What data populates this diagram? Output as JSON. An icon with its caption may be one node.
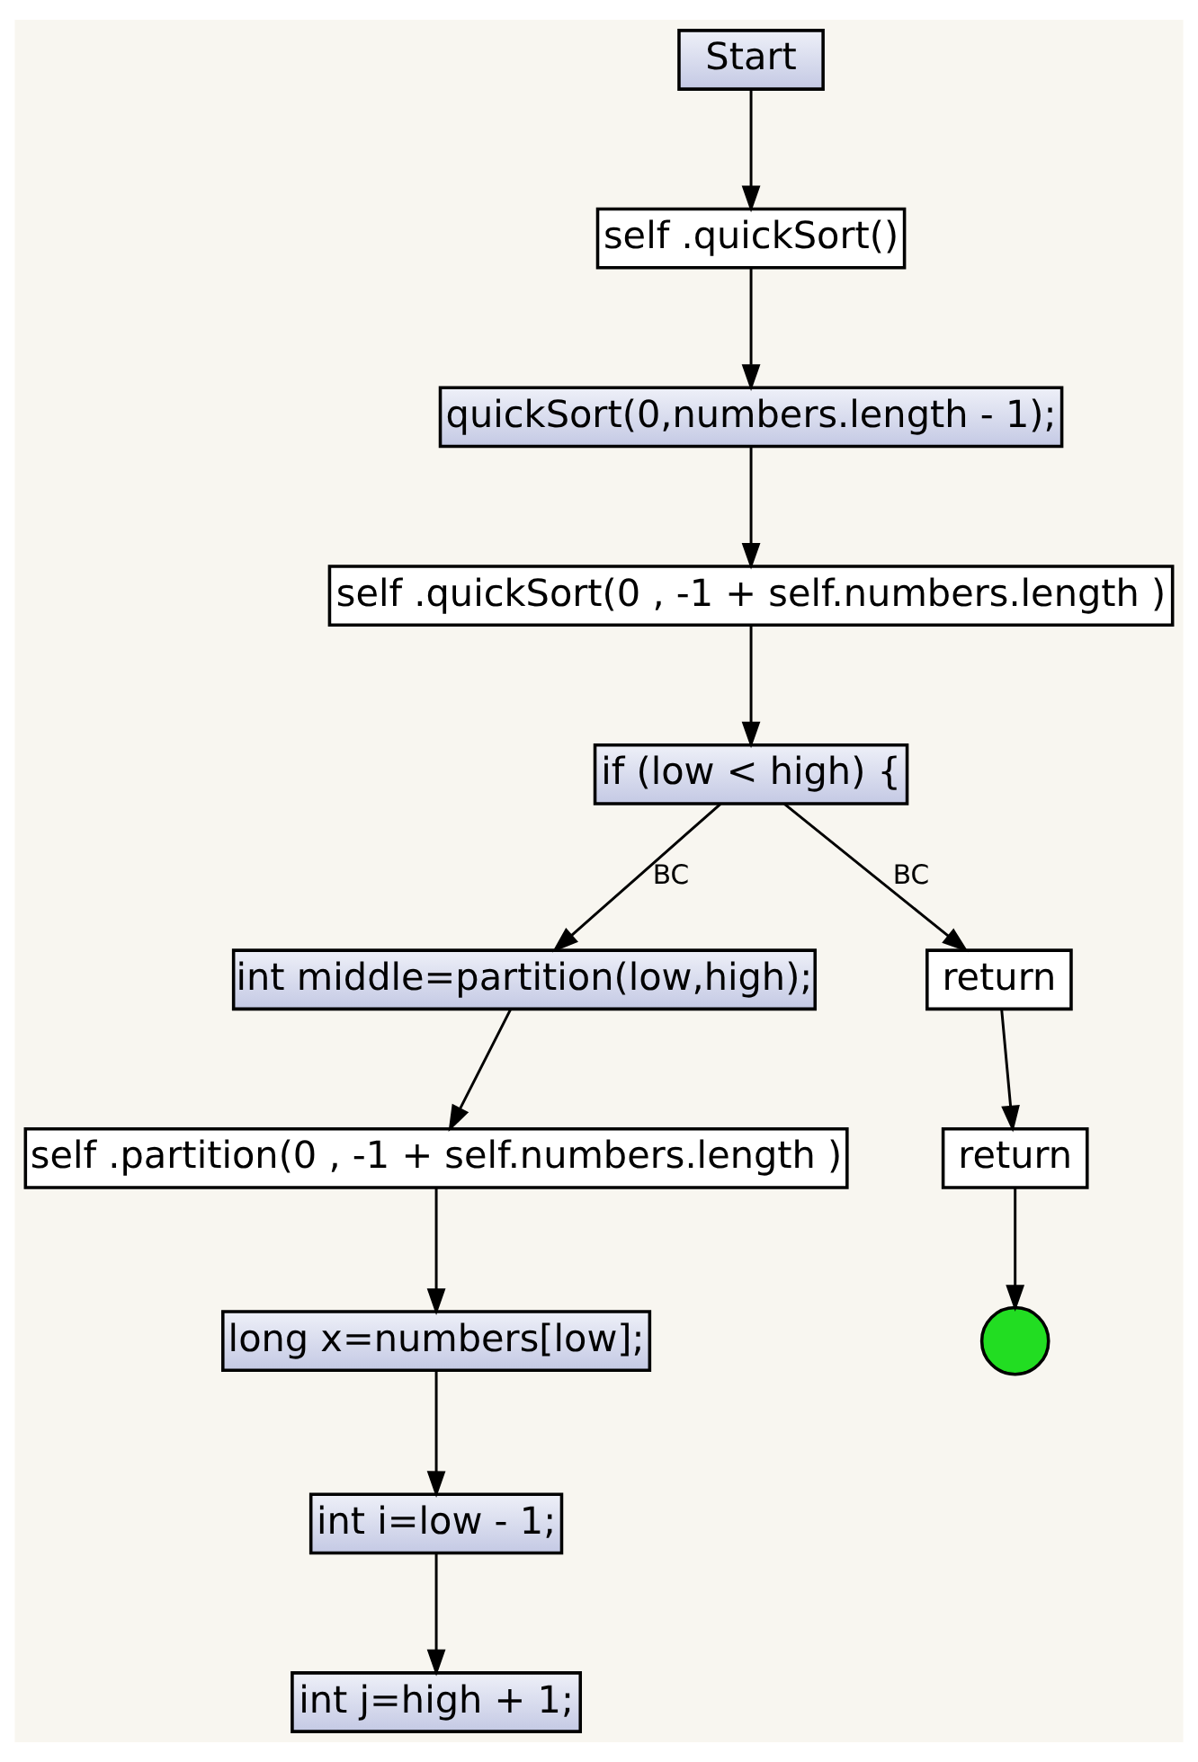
{
  "diagram": {
    "nodes": [
      {
        "text": [
          "Start"
        ]
      },
      {
        "text": [
          "self .quickSort()"
        ]
      },
      {
        "text": [
          "quickSort(0,numbers.length - 1);"
        ]
      },
      {
        "text": [
          "self .quickSort(0 , -1 + self.numbers.length )"
        ]
      },
      {
        "text": [
          "if (low < high) {"
        ]
      },
      {
        "text": [
          "int middle=partition(low,high);"
        ]
      },
      {
        "text": [
          "return"
        ]
      },
      {
        "text": [
          "self .partition(0 , -1 + self.numbers.length )"
        ]
      },
      {
        "text": [
          "long x=numbers[low];"
        ]
      },
      {
        "text": [
          "return"
        ]
      },
      {
        "text": [],
        "shape": "circle"
      },
      {
        "text": [
          "int i=low - 1;"
        ]
      },
      {
        "text": [
          "int j=high + 1;"
        ]
      }
    ],
    "edges": [
      {
        "from": 0,
        "to": 1,
        "arrow": "to"
      },
      {
        "from": 1,
        "to": 2,
        "arrow": "to"
      },
      {
        "from": 2,
        "to": 3,
        "arrow": "to"
      },
      {
        "from": 3,
        "to": 4,
        "arrow": "to"
      },
      {
        "from": 4,
        "to": 5,
        "arrow": "to",
        "label": "BC"
      },
      {
        "from": 4,
        "to": 6,
        "arrow": "to",
        "label": "BC"
      },
      {
        "from": 5,
        "to": 7,
        "arrow": "to"
      },
      {
        "from": 6,
        "to": 9,
        "arrow": "to"
      },
      {
        "from": 7,
        "to": 8,
        "arrow": "to"
      },
      {
        "from": 9,
        "to": 10,
        "arrow": "to"
      },
      {
        "from": 8,
        "to": 11,
        "arrow": "to"
      },
      {
        "from": 11,
        "to": 12,
        "arrow": "to"
      }
    ]
  }
}
